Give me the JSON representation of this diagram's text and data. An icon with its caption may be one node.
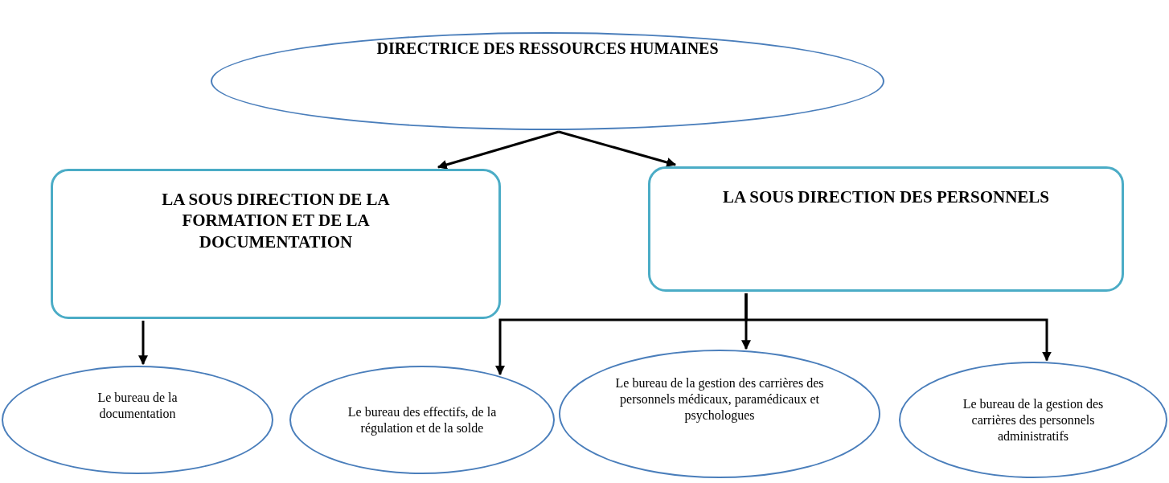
{
  "diagram": {
    "nodes": [
      {
        "text": [
          "DIRECTRICE DES RESSOURCES HUMAINES"
        ]
      },
      {
        "text": [
          "LA SOUS DIRECTION DE LA FORMATION ET DE LA DOCUMENTATION"
        ]
      },
      {
        "text": [
          "LA SOUS DIRECTION DES PERSONNELS"
        ]
      },
      {
        "text": [
          "Le bureau de la documentation"
        ]
      },
      {
        "text": [
          "Le bureau des effectifs, de la régulation et de la solde"
        ]
      },
      {
        "text": [
          "Le bureau de la gestion des carrières des personnels médicaux, paramédicaux et psychologues"
        ]
      },
      {
        "text": [
          "Le bureau de la gestion des carrières des personnels administratifs"
        ]
      }
    ],
    "edges": [
      {
        "from": 0,
        "to": 1,
        "arrow": "to"
      },
      {
        "from": 0,
        "to": 2,
        "arrow": "to"
      },
      {
        "from": 1,
        "to": 3,
        "arrow": "to"
      },
      {
        "from": 2,
        "to": 4,
        "arrow": "to"
      },
      {
        "from": 2,
        "to": 5,
        "arrow": "to"
      },
      {
        "from": 2,
        "to": 6,
        "arrow": "to"
      }
    ]
  }
}
